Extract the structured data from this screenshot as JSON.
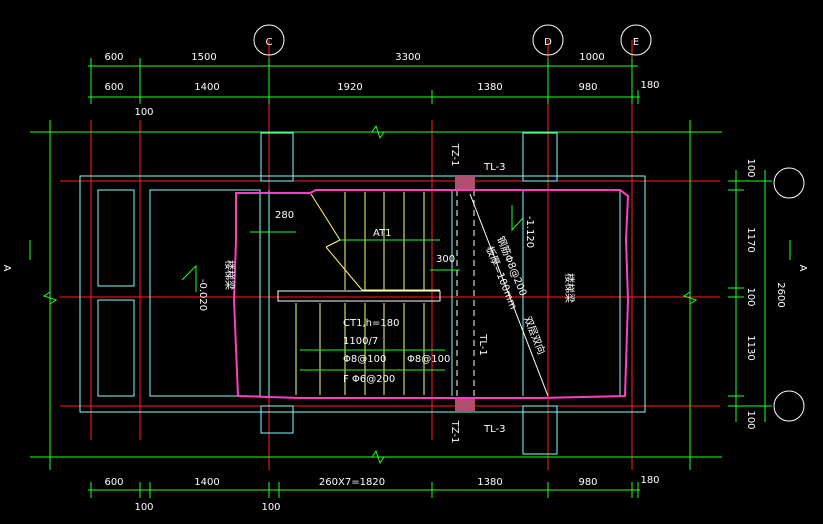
{
  "grid_bubbles": {
    "c": "C",
    "d": "D",
    "e": "E"
  },
  "dims": {
    "top_row1": [
      "600",
      "1500",
      "3300",
      "1000"
    ],
    "top_row2": [
      "600",
      "1400",
      "1920",
      "1380",
      "980",
      "180"
    ],
    "top_small": "100",
    "bottom_row": [
      "600",
      "1400",
      "260X7=1820",
      "1380",
      "980",
      "180"
    ],
    "bottom_small1": "100",
    "bottom_small2": "100",
    "right_col": [
      "100",
      "1170",
      "100",
      "1130",
      "100"
    ],
    "right_total": "2600"
  },
  "section_marks": {
    "left": "A",
    "right": "A"
  },
  "labels": {
    "tz_top": "TZ-1",
    "tz_bottom": "TZ-1",
    "tl3_top": "TL-3",
    "tl3_bottom": "TL-3",
    "tl1": "TL-1",
    "at1": "AT1",
    "dim_280": "280",
    "dim_300": "300",
    "level_right": "-1.120",
    "level_left": "-0.020",
    "wall_left": "楼梯梁",
    "wall_right": "楼梯梁",
    "rebar1": "钢筋Φ8@200",
    "rebar2": "板厚=100mm",
    "rebar3": "双层双向",
    "ct_1": "CT1,h=180",
    "ct_2": "1100/7",
    "ct_3": "Φ8@100",
    "ct_4": "Φ8@100",
    "ct_5": "F Φ6@200"
  },
  "colors": {
    "grid": "#ff2020",
    "dimension": "#20ff20",
    "wall": "#80ffff",
    "stair": "#ffff66",
    "highlight": "#ff3fbf",
    "column": "#b05070",
    "text": "#ffffff"
  }
}
